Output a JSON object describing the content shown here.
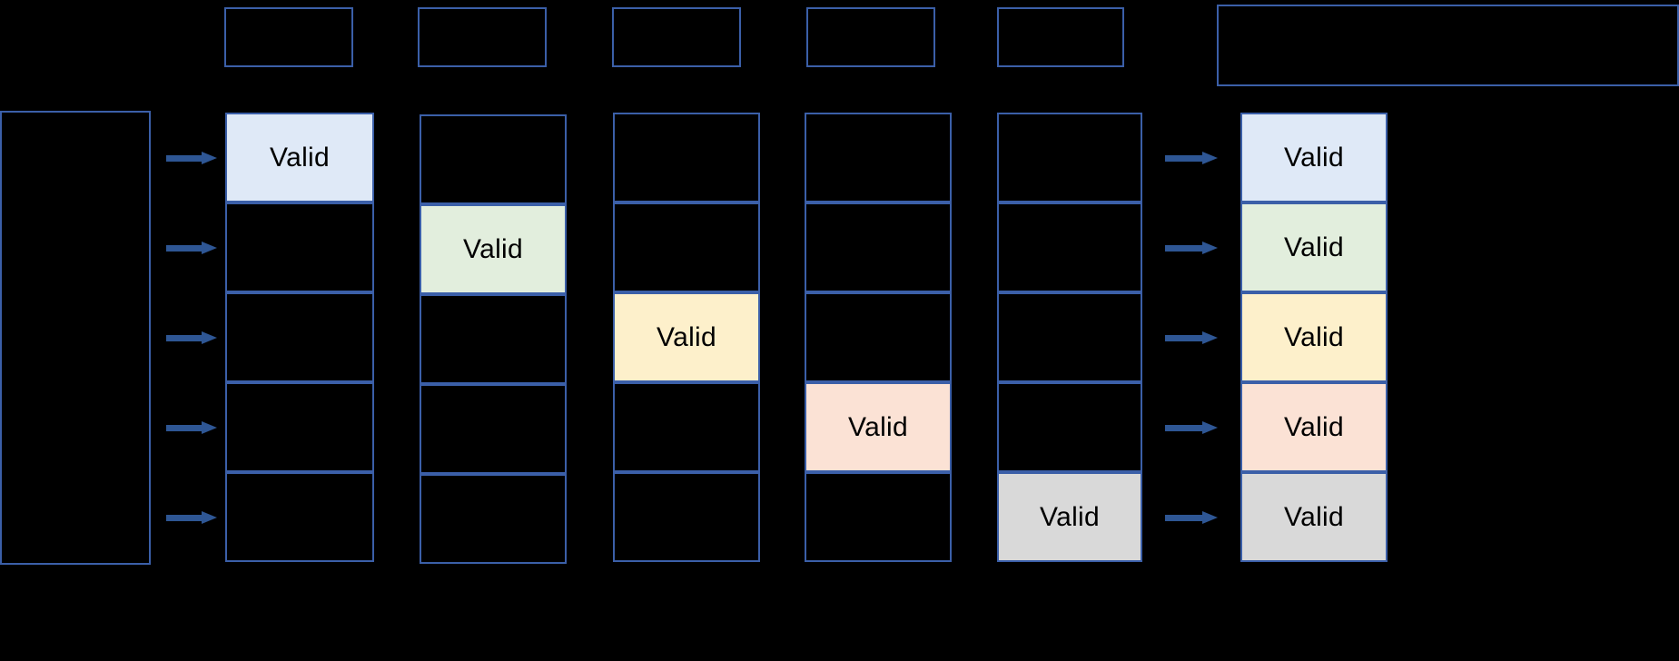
{
  "diagram": {
    "title": "",
    "background_color": "#000000",
    "border_color": "#3B5FA8",
    "arrow_color": "#2E5694",
    "cell_label": "Valid",
    "empty_label": ""
  },
  "header_boxes": [
    {
      "name": "header-box-1",
      "label": ""
    },
    {
      "name": "header-box-2",
      "label": ""
    },
    {
      "name": "header-box-3",
      "label": ""
    },
    {
      "name": "header-box-4",
      "label": ""
    },
    {
      "name": "header-box-5",
      "label": ""
    },
    {
      "name": "header-box-6",
      "label": ""
    }
  ],
  "source_box": {
    "label": ""
  },
  "columns": [
    {
      "name": "column-1",
      "valid_row": 1,
      "valid_color": "#DFE9F7",
      "cells": [
        {
          "label": "Valid",
          "filled": true,
          "color": "#DFE9F7"
        },
        {
          "label": "",
          "filled": false,
          "color": "#000000"
        },
        {
          "label": "",
          "filled": false,
          "color": "#000000"
        },
        {
          "label": "",
          "filled": false,
          "color": "#000000"
        },
        {
          "label": "",
          "filled": false,
          "color": "#000000"
        }
      ]
    },
    {
      "name": "column-2",
      "valid_row": 2,
      "valid_color": "#E2EEDD",
      "cells": [
        {
          "label": "",
          "filled": false,
          "color": "#000000"
        },
        {
          "label": "Valid",
          "filled": true,
          "color": "#E2EEDD"
        },
        {
          "label": "",
          "filled": false,
          "color": "#000000"
        },
        {
          "label": "",
          "filled": false,
          "color": "#000000"
        },
        {
          "label": "",
          "filled": false,
          "color": "#000000"
        }
      ]
    },
    {
      "name": "column-3",
      "valid_row": 3,
      "valid_color": "#FDF0CB",
      "cells": [
        {
          "label": "",
          "filled": false,
          "color": "#000000"
        },
        {
          "label": "",
          "filled": false,
          "color": "#000000"
        },
        {
          "label": "Valid",
          "filled": true,
          "color": "#FDF0CB"
        },
        {
          "label": "",
          "filled": false,
          "color": "#000000"
        },
        {
          "label": "",
          "filled": false,
          "color": "#000000"
        }
      ]
    },
    {
      "name": "column-4",
      "valid_row": 4,
      "valid_color": "#FBE2D5",
      "cells": [
        {
          "label": "",
          "filled": false,
          "color": "#000000"
        },
        {
          "label": "",
          "filled": false,
          "color": "#000000"
        },
        {
          "label": "",
          "filled": false,
          "color": "#000000"
        },
        {
          "label": "Valid",
          "filled": true,
          "color": "#FBE2D5"
        },
        {
          "label": "",
          "filled": false,
          "color": "#000000"
        }
      ]
    },
    {
      "name": "column-5",
      "valid_row": 5,
      "valid_color": "#D9D9D9",
      "cells": [
        {
          "label": "",
          "filled": false,
          "color": "#000000"
        },
        {
          "label": "",
          "filled": false,
          "color": "#000000"
        },
        {
          "label": "",
          "filled": false,
          "color": "#000000"
        },
        {
          "label": "",
          "filled": false,
          "color": "#000000"
        },
        {
          "label": "Valid",
          "filled": true,
          "color": "#D9D9D9"
        }
      ]
    }
  ],
  "result_column": {
    "name": "result-column",
    "cells": [
      {
        "label": "Valid",
        "filled": true,
        "color": "#DFE9F7"
      },
      {
        "label": "Valid",
        "filled": true,
        "color": "#E2EEDD"
      },
      {
        "label": "Valid",
        "filled": true,
        "color": "#FDF0CB"
      },
      {
        "label": "Valid",
        "filled": true,
        "color": "#FBE2D5"
      },
      {
        "label": "Valid",
        "filled": true,
        "color": "#D9D9D9"
      }
    ]
  },
  "arrows": {
    "left_group_count": 5,
    "right_group_count": 5,
    "label": ""
  }
}
